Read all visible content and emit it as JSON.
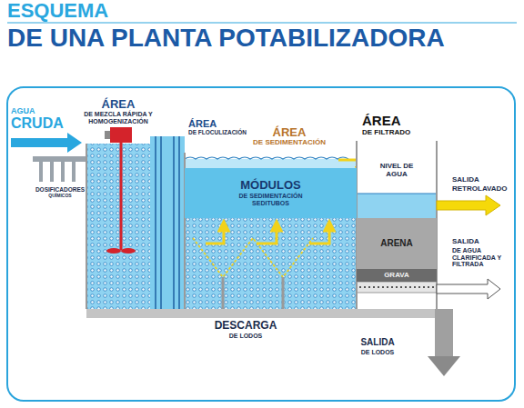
{
  "diagram": {
    "title": "ESQUEMA",
    "nodes": [
      {
        "text": [
          "ÁREA",
          "DE MEZCLA RÁPIDA Y HOMOGENIZACIÓN"
        ]
      },
      {
        "text": [
          "ÁREA",
          "DE FLOCULIZACIÓN"
        ]
      },
      {
        "text": [
          "ÁREA",
          "DE SEDIMENTACIÓN"
        ]
      },
      {
        "text": [
          "MÓDULOS",
          "DE SEDIMENTACIÓN SEDITUBOS"
        ],
        "in": 2
      },
      {
        "text": [
          "ÁREA",
          "DE FILTRADO"
        ]
      },
      {
        "text": [
          "NIVEL DE AGUA"
        ],
        "in": 4
      },
      {
        "text": [
          "ARENA"
        ],
        "in": 4
      },
      {
        "text": [
          "GRAVA"
        ],
        "in": 4
      }
    ],
    "labels": [
      "DE UNA PLANTA POTABILIZADORA",
      "AGUA",
      "CRUDA",
      "DOSIFICADORES",
      "QUÍMICOS",
      "SALIDA",
      "RETROLAVADO",
      "SALIDA",
      "DE AGUA CLARIFICADA Y FILTRADA",
      "DESCARGA",
      "DE LODOS",
      "SALIDA",
      "DE LODOS"
    ]
  }
}
